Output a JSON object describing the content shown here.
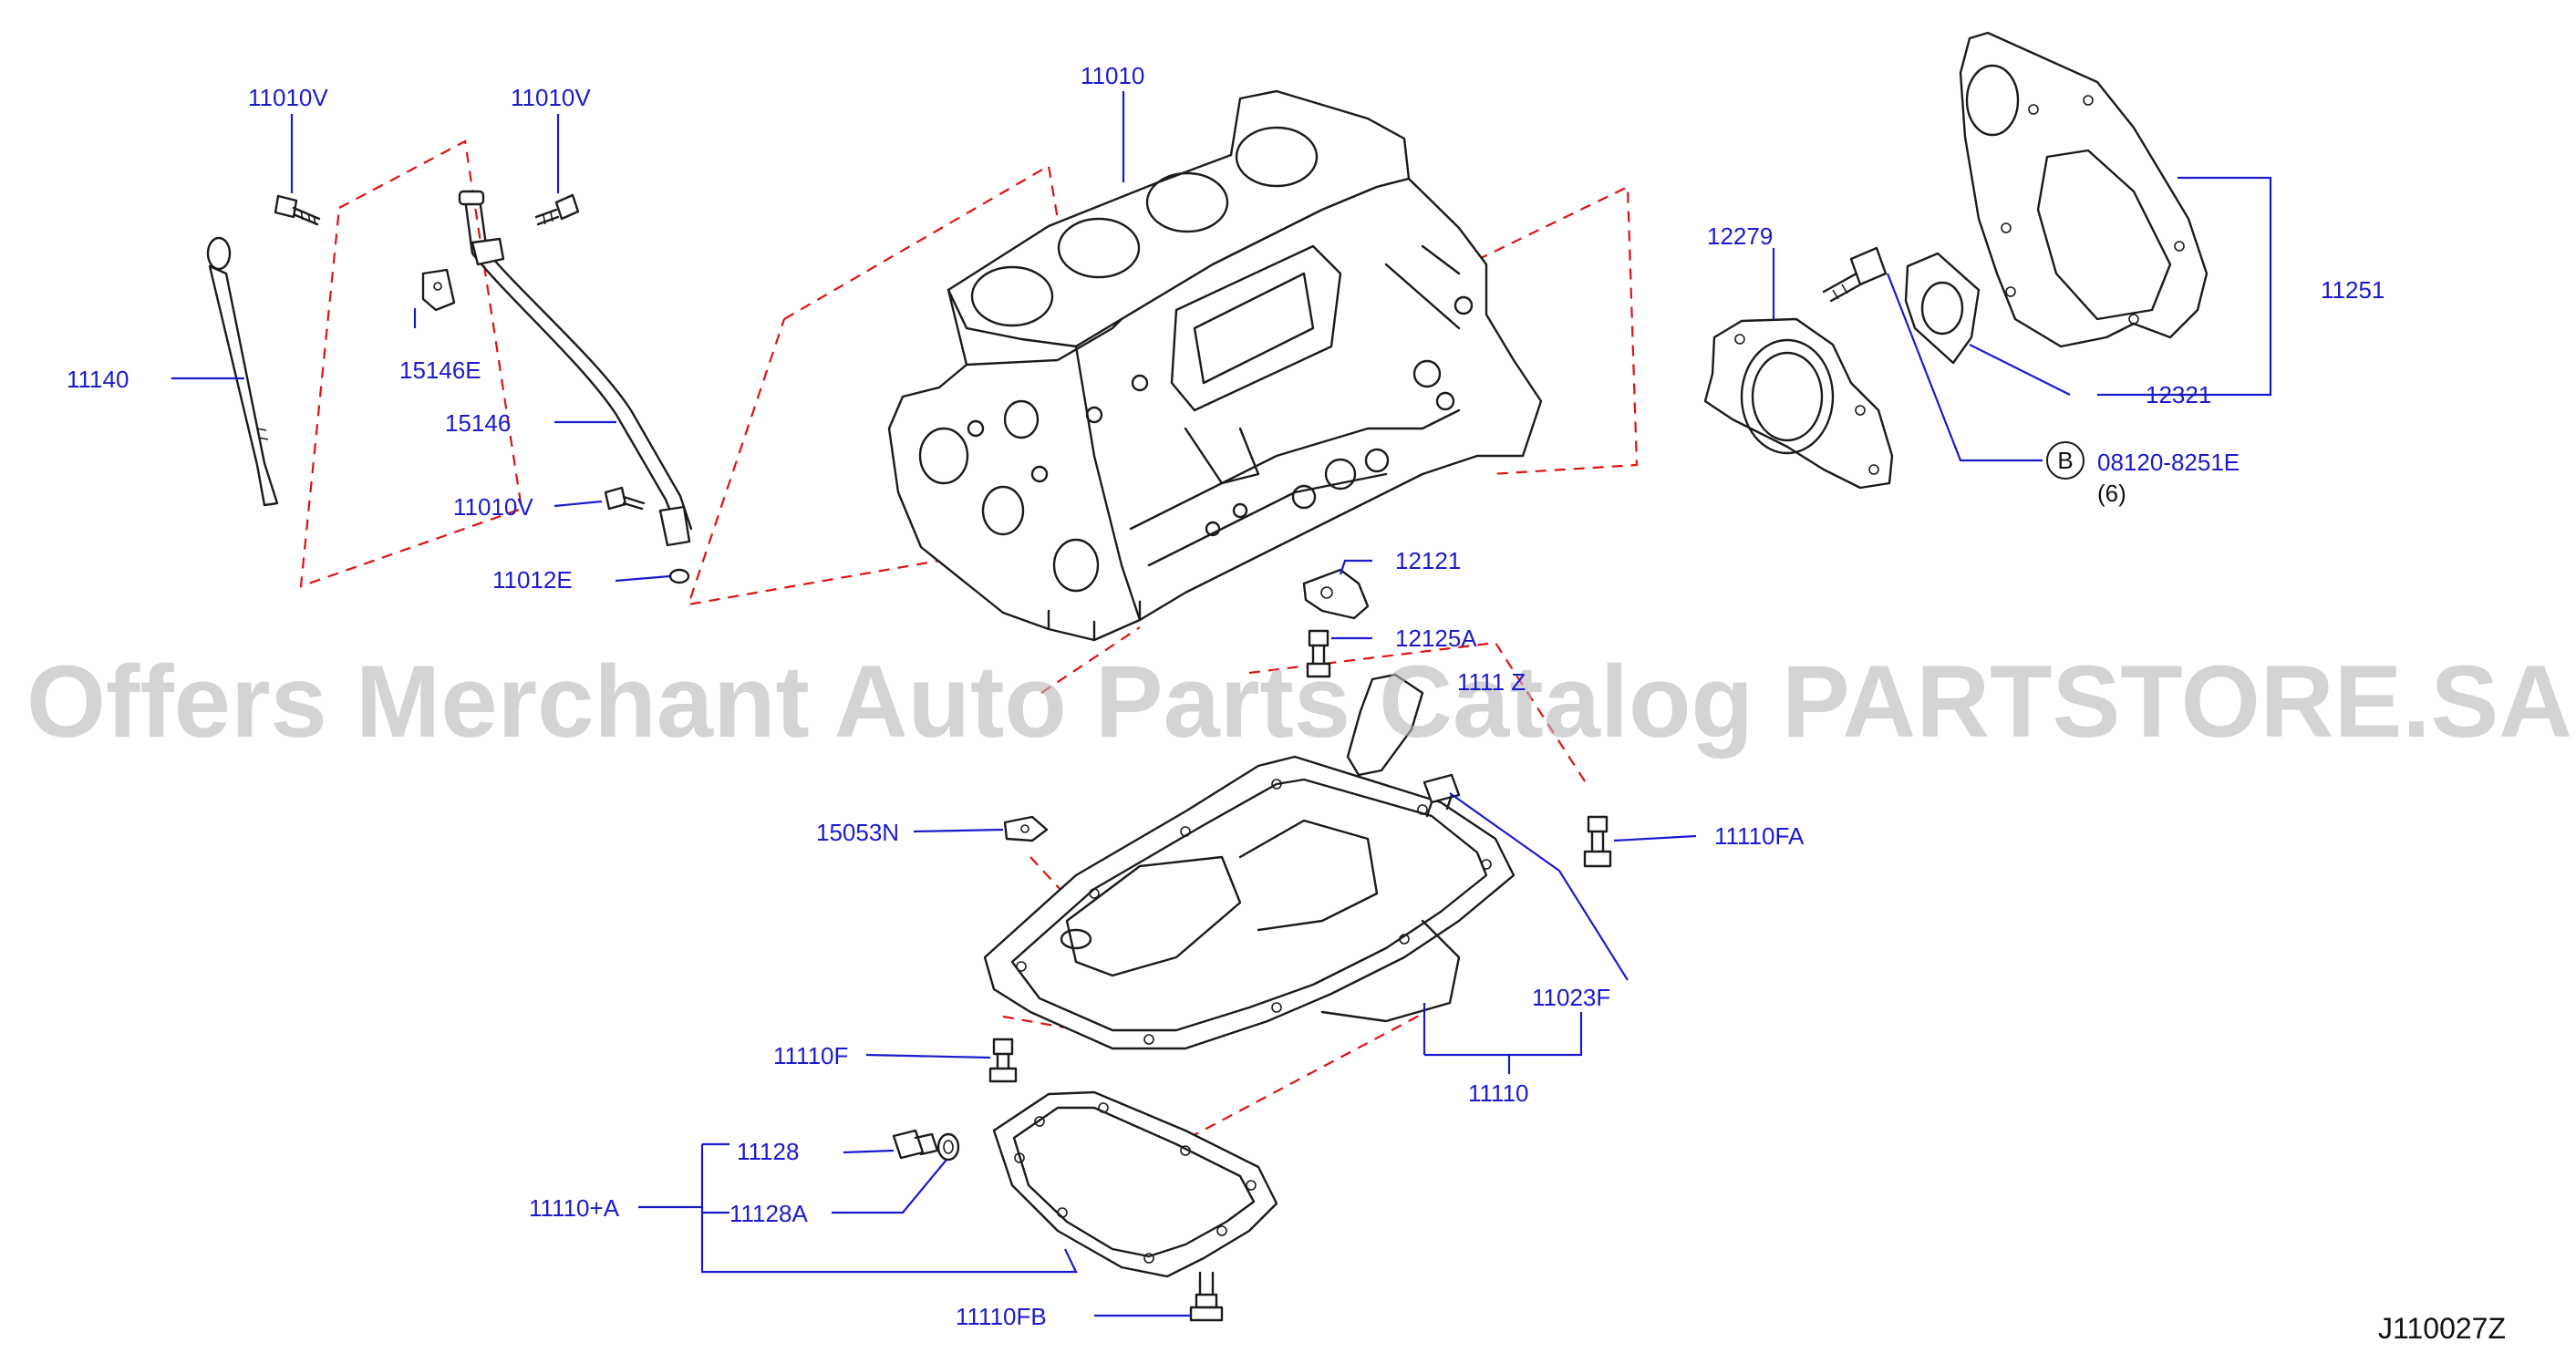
{
  "diagram_code": "J110027Z",
  "watermark": "Offers Merchant Auto Parts Catalog PARTSTORE.SA",
  "callouts": {
    "p11010": "11010",
    "p11010v_a": "11010V",
    "p11010v_b": "11010V",
    "p11010v_c": "11010V",
    "p11140": "11140",
    "p15146e": "15146E",
    "p15146": "15146",
    "p11012e": "11012E",
    "p12279": "12279",
    "p11251": "11251",
    "p12321": "12321",
    "p08120": "08120-8251E",
    "p08120_qty": "(6)",
    "p08120_badge": "B",
    "p12121": "12121",
    "p12125a": "12125A",
    "p1111z": "1111 Z",
    "p15053n": "15053N",
    "p11110fa": "11110FA",
    "p11023f": "11023F",
    "p11110f": "11110F",
    "p11110": "11110",
    "p11128": "11128",
    "p11110a": "11110+A",
    "p11128a": "11128A",
    "p11110fb": "11110FB"
  },
  "colors": {
    "callout_text": "#1a1acc",
    "leader_line": "#1a1acc",
    "phantom_line": "#e01010",
    "part_line": "#1b1b1b",
    "watermark": "#b8b8b8"
  }
}
